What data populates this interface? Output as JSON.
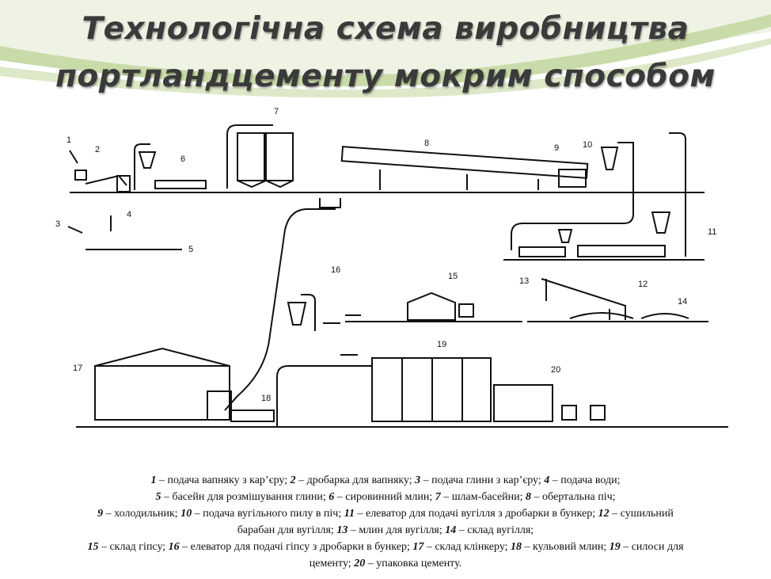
{
  "title": {
    "line1": "Технологічна схема виробництва",
    "line2": "портландцементу мокрим способом"
  },
  "diagram": {
    "labels": [
      "1",
      "2",
      "3",
      "4",
      "5",
      "6",
      "7",
      "8",
      "9",
      "10",
      "11",
      "12",
      "13",
      "14",
      "15",
      "16",
      "17",
      "18",
      "19",
      "20"
    ]
  },
  "legend": {
    "line1": [
      {
        "n": "1",
        "t": " – подача вапняку з кар’єру; "
      },
      {
        "n": "2",
        "t": " – дробарка для вапняку; "
      },
      {
        "n": "3",
        "t": " – подача глини з кар’єру; "
      },
      {
        "n": "4",
        "t": " – подача води;"
      }
    ],
    "line2": [
      {
        "n": "5",
        "t": " – басейн для розмішування глини; "
      },
      {
        "n": "6",
        "t": " – сировинний млин; "
      },
      {
        "n": "7",
        "t": " – шлам-басейни; "
      },
      {
        "n": "8",
        "t": " – обертальна піч;"
      }
    ],
    "line3": [
      {
        "n": "9",
        "t": " – холодильник; "
      },
      {
        "n": "10",
        "t": " – подача вугільного пилу в піч; "
      },
      {
        "n": "11",
        "t": " – елеватор для подачі вугілля з дробарки в бункер; "
      },
      {
        "n": "12",
        "t": " – сушильний"
      }
    ],
    "line4": [
      {
        "n": "",
        "t": "барабан для вугілля; "
      },
      {
        "n": "13",
        "t": " – млин для вугілля; "
      },
      {
        "n": "14",
        "t": " – склад вугілля;"
      }
    ],
    "line5": [
      {
        "n": "15",
        "t": " – склад гіпсу; "
      },
      {
        "n": "16",
        "t": " – елеватор для подачі гіпсу з дробарки в бункер; "
      },
      {
        "n": "17",
        "t": " – склад клінкеру; "
      },
      {
        "n": "18",
        "t": " – кульовий млин; "
      },
      {
        "n": "19",
        "t": " – силоси для"
      }
    ],
    "line6": [
      {
        "n": "",
        "t": "цементу; "
      },
      {
        "n": "20",
        "t": " – упаковка цементу."
      }
    ]
  },
  "colors": {
    "title": "#3a3a3a",
    "swoosh_green": "#c8d9a8",
    "swoosh_light": "#e6efd6",
    "line": "#111111"
  }
}
